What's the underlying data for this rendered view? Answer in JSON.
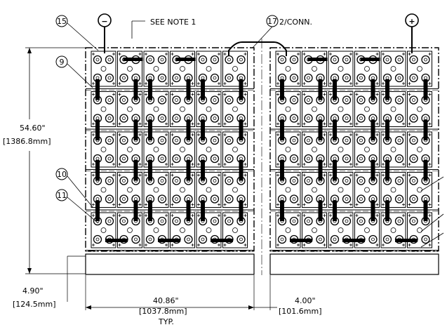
{
  "notes": {
    "see_note": "SEE NOTE 1",
    "connector": "2/CONN."
  },
  "balloons": [
    {
      "id": "15",
      "text": "15"
    },
    {
      "id": "17",
      "text": "17"
    },
    {
      "id": "9",
      "text": "9"
    },
    {
      "id": "10",
      "text": "10"
    },
    {
      "id": "11",
      "text": "11"
    }
  ],
  "terminals": {
    "negative": "−",
    "positive": "+"
  },
  "dimensions": {
    "height_in": "54.60\"",
    "height_mm": "[1386.8mm]",
    "base_in": "4.90\"",
    "base_mm": "[124.5mm]",
    "width_in": "40.86\"",
    "width_mm": "[1037.8mm]",
    "width_note": "TYP.",
    "gap_in": "4.00\"",
    "gap_mm": "[101.6mm]"
  },
  "layout_info": {
    "racks": 2,
    "tiers_per_rack": 5,
    "cells_per_tier": 6
  }
}
